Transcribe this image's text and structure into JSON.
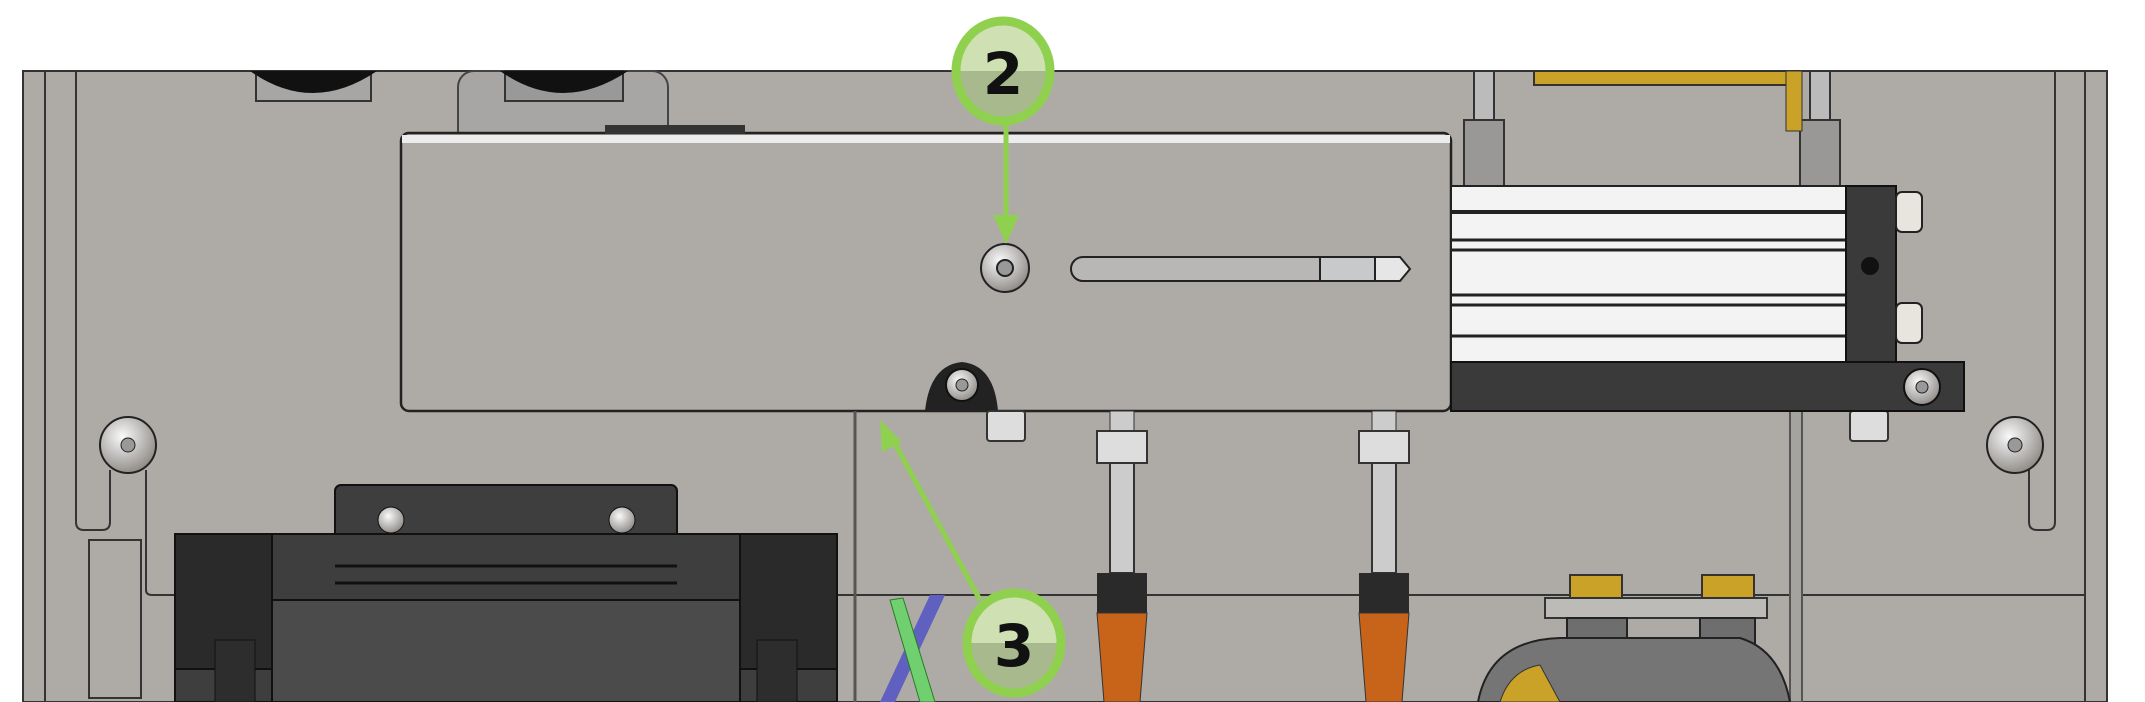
{
  "diagram": {
    "type": "cad-assembly-view",
    "callouts": [
      {
        "label": "2",
        "target": "bracket-screw"
      },
      {
        "label": "3",
        "target": "bracket-lower-edge"
      }
    ],
    "colors": {
      "panel": "#aeaaa5",
      "callout_ring": "#8fd14f",
      "callout_fill_top": "#cfe0b3",
      "callout_fill_bottom": "#a9b98e",
      "dark_part": "#3a3a3a",
      "cylinder": "#f3f3f3",
      "orange_connector": "#c8641a",
      "brass": "#c9a227"
    }
  }
}
